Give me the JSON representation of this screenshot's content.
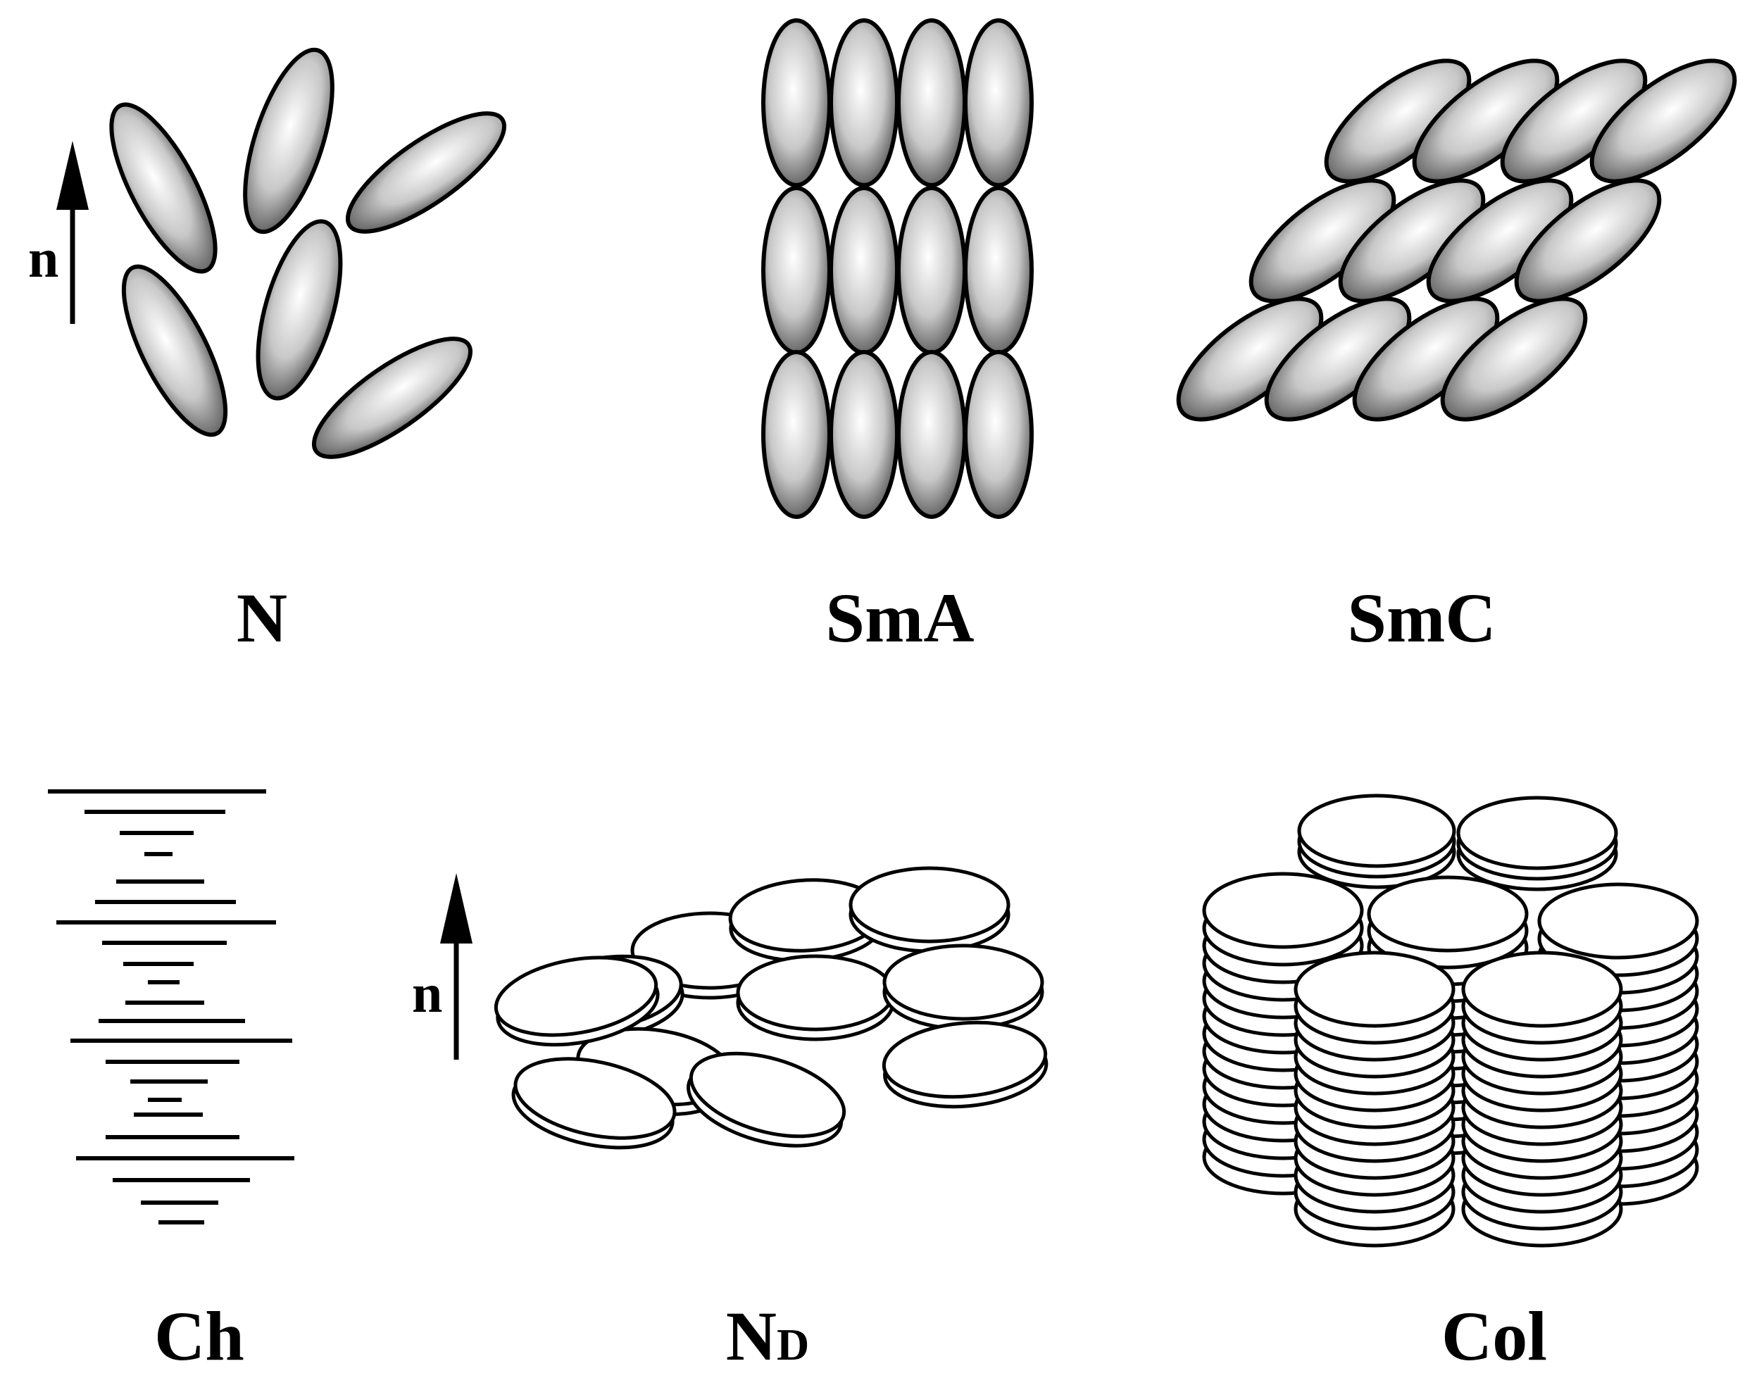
{
  "phases": {
    "n": "N",
    "sma": "SmA",
    "smc": "SmC",
    "ch": "Ch",
    "nd_main": "N",
    "nd_sub": "D",
    "col": "Col"
  },
  "director_label": "n",
  "colors": {
    "outline": "#000000",
    "fill_light": "#ffffff",
    "fill_dark": "#555555",
    "disc_fill": "#ffffff"
  }
}
